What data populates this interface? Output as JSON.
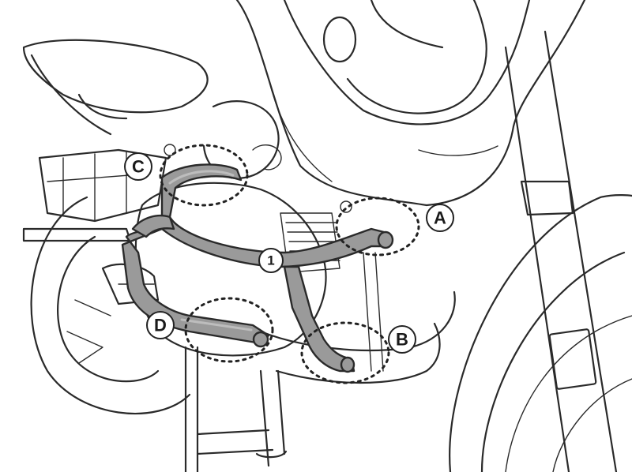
{
  "diagram": {
    "part_number": "1",
    "callouts": [
      {
        "id": "A",
        "label": "A"
      },
      {
        "id": "B",
        "label": "B"
      },
      {
        "id": "C",
        "label": "C"
      },
      {
        "id": "D",
        "label": "D"
      }
    ],
    "colors": {
      "outline": "#2a2a2a",
      "part_fill": "#9a9a9a",
      "background": "#ffffff"
    }
  }
}
